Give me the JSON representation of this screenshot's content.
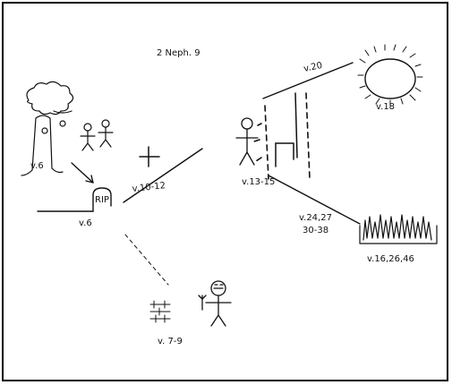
{
  "title": "2 Neph. 9",
  "labels": {
    "tree": "v.6",
    "grave": "v.6",
    "rip": "RIP",
    "cross_verse": "v.10-12",
    "person": "v.13-15",
    "sun": "v.18",
    "path_top": "v.20",
    "path_low_line1": "v.24,27",
    "path_low_line2": "30-38",
    "fire": "v.16,26,46",
    "chains": "v. 7-9"
  },
  "colors": {
    "ink": "#111111",
    "frame": "#000000"
  }
}
